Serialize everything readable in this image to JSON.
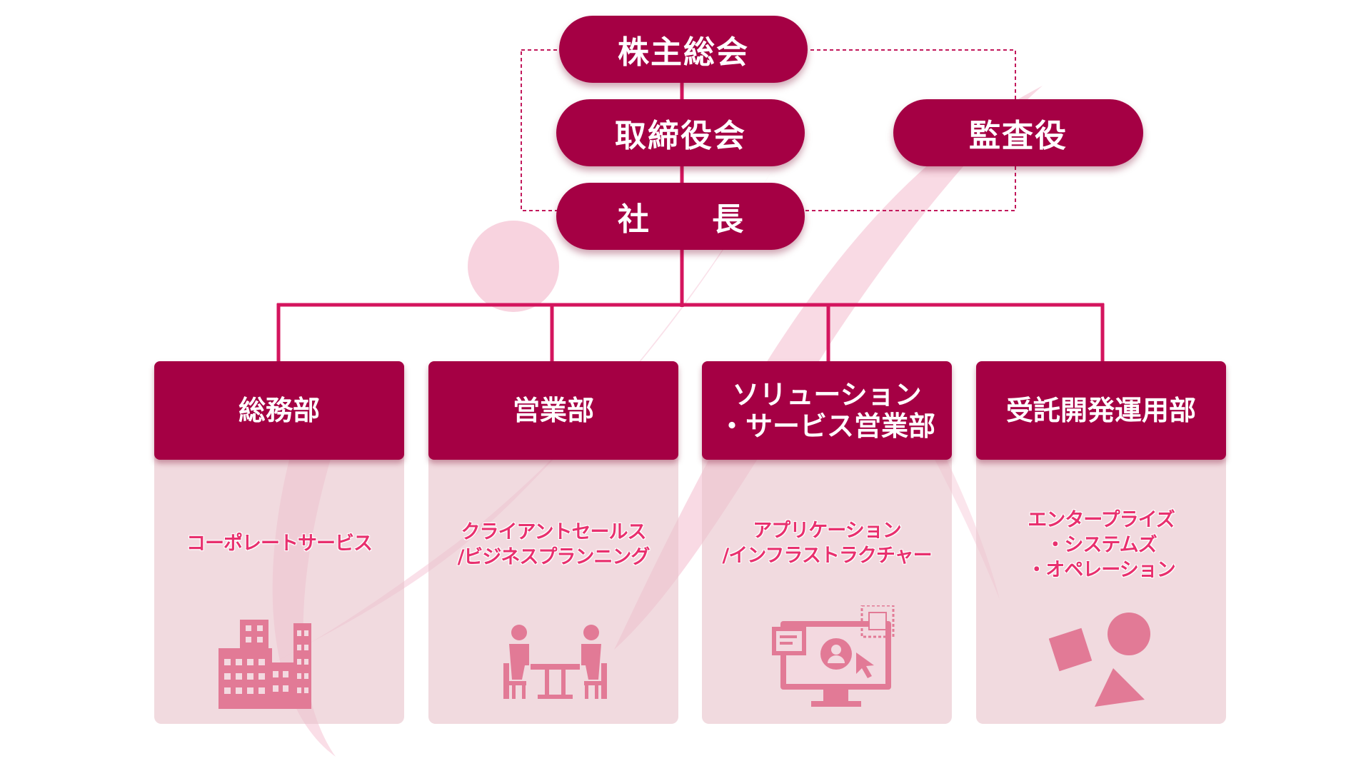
{
  "top": {
    "shareholders": "株主総会",
    "board": "取締役会",
    "auditor": "監査役",
    "president": "社　　長"
  },
  "departments": [
    {
      "title": [
        "総務部"
      ],
      "subtitle": [
        "コーポレートサービス"
      ],
      "icon": "buildings-icon"
    },
    {
      "title": [
        "営業部"
      ],
      "subtitle": [
        "クライアントセールス",
        "/ビジネスプランニング"
      ],
      "icon": "meeting-icon"
    },
    {
      "title": [
        "ソリューション",
        "・サービス営業部"
      ],
      "subtitle": [
        "アプリケーション",
        "/インフラストラクチャー"
      ],
      "icon": "monitor-user-icon"
    },
    {
      "title": [
        "受託開発運用部"
      ],
      "subtitle": [
        "エンタープライズ",
        "・システムズ",
        "・オペレーション"
      ],
      "icon": "shapes-icon"
    }
  ],
  "colors": {
    "primary": "#a50044",
    "connector": "#d4155e",
    "dashed": "#c2185b",
    "card_bg": "#efd4da",
    "subtitle": "#e8306e",
    "icon": "#e27a96",
    "swoosh": "#f6c9d8"
  }
}
